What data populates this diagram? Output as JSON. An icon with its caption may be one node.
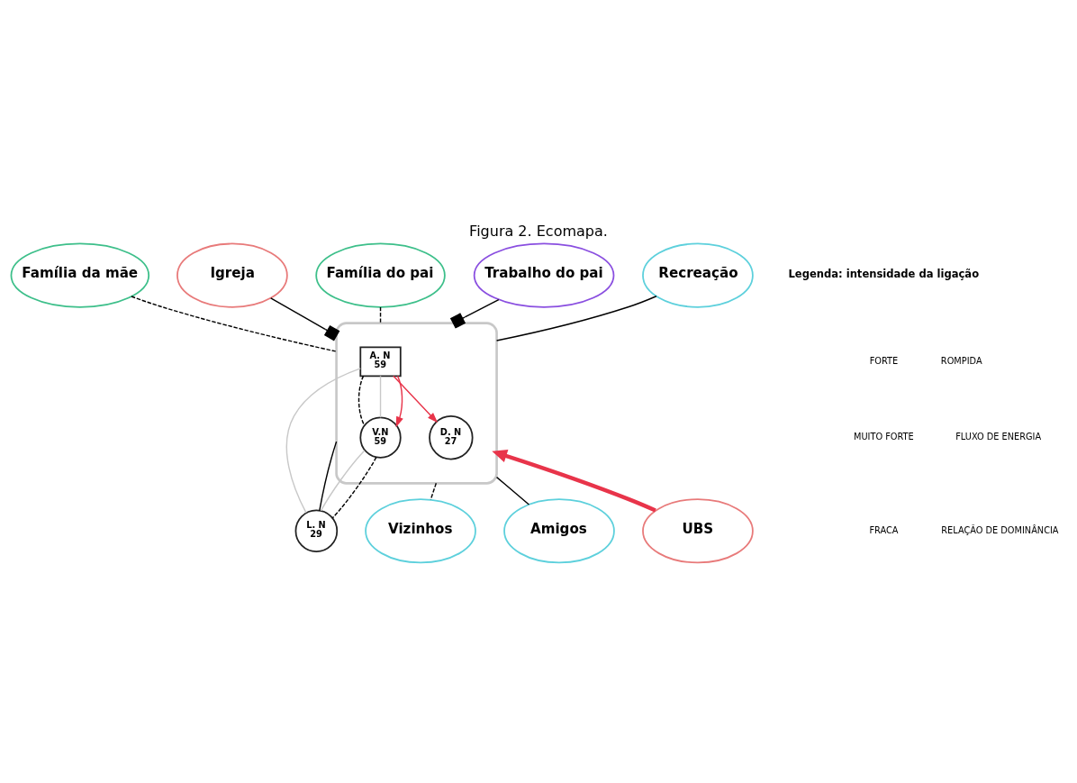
{
  "diagram": {
    "title": "Figura 2. Ecomapa.",
    "nodes": [
      {
        "text": [
          "Família da mãe"
        ]
      },
      {
        "text": [
          "Igreja"
        ]
      },
      {
        "text": [
          "Família do pai"
        ]
      },
      {
        "text": [
          "Trabalho do pai"
        ]
      },
      {
        "text": [
          "Recreação"
        ]
      },
      {
        "text": [],
        "shape": "ellipse"
      },
      {
        "text": [
          "A. N",
          "59"
        ],
        "in": 5
      },
      {
        "text": [
          "V.N",
          "59"
        ],
        "in": 5
      },
      {
        "text": [
          "D. N",
          "27"
        ],
        "in": 5
      },
      {
        "text": [
          "L. N",
          "29"
        ]
      },
      {
        "text": [
          "Vizinhos"
        ]
      },
      {
        "text": [
          "Amigos"
        ]
      },
      {
        "text": [
          "UBS"
        ]
      }
    ],
    "edges": [
      {
        "from": 1,
        "to": 5,
        "arrow": "other"
      },
      {
        "from": 0,
        "to": 5,
        "arrow": "none",
        "style": "dashed"
      },
      {
        "from": 2,
        "to": 5,
        "arrow": "none",
        "style": "dashed"
      },
      {
        "from": 3,
        "to": 5,
        "arrow": "other"
      },
      {
        "from": 4,
        "to": 5,
        "arrow": "none"
      },
      {
        "from": 6,
        "to": 7,
        "arrow": "none",
        "style": "dashed"
      },
      {
        "from": 6,
        "to": 7,
        "arrow": "none",
        "color": "#c8c8c8"
      },
      {
        "from": 6,
        "to": 7,
        "arrow": "to",
        "color": "#e8344a"
      },
      {
        "from": 6,
        "to": 8,
        "arrow": "to",
        "color": "#e8344a"
      },
      {
        "from": 6,
        "to": 9,
        "arrow": "none",
        "color": "#c8c8c8"
      },
      {
        "from": 7,
        "to": 9,
        "arrow": "none",
        "color": "#c8c8c8"
      },
      {
        "from": 7,
        "to": 9,
        "arrow": "none",
        "style": "dashed"
      },
      {
        "from": 9,
        "to": 5,
        "arrow": "none"
      },
      {
        "from": 10,
        "to": 5,
        "arrow": "none",
        "style": "dashed"
      },
      {
        "from": 11,
        "to": 5,
        "arrow": "none"
      },
      {
        "from": 12,
        "to": 5,
        "arrow": "to",
        "style": "thick",
        "color": "#e8344a"
      }
    ],
    "labels": [
      "Legenda: intensidade da ligação"
    ],
    "legend": [
      {
        "text": "FORTE"
      },
      {
        "text": "ROMPIDA"
      },
      {
        "text": "MUITO FORTE"
      },
      {
        "text": "FLUXO DE ENERGIA"
      },
      {
        "text": "FRACA"
      },
      {
        "text": "RELAÇÃO DE DOMINÂNCIA"
      }
    ]
  }
}
